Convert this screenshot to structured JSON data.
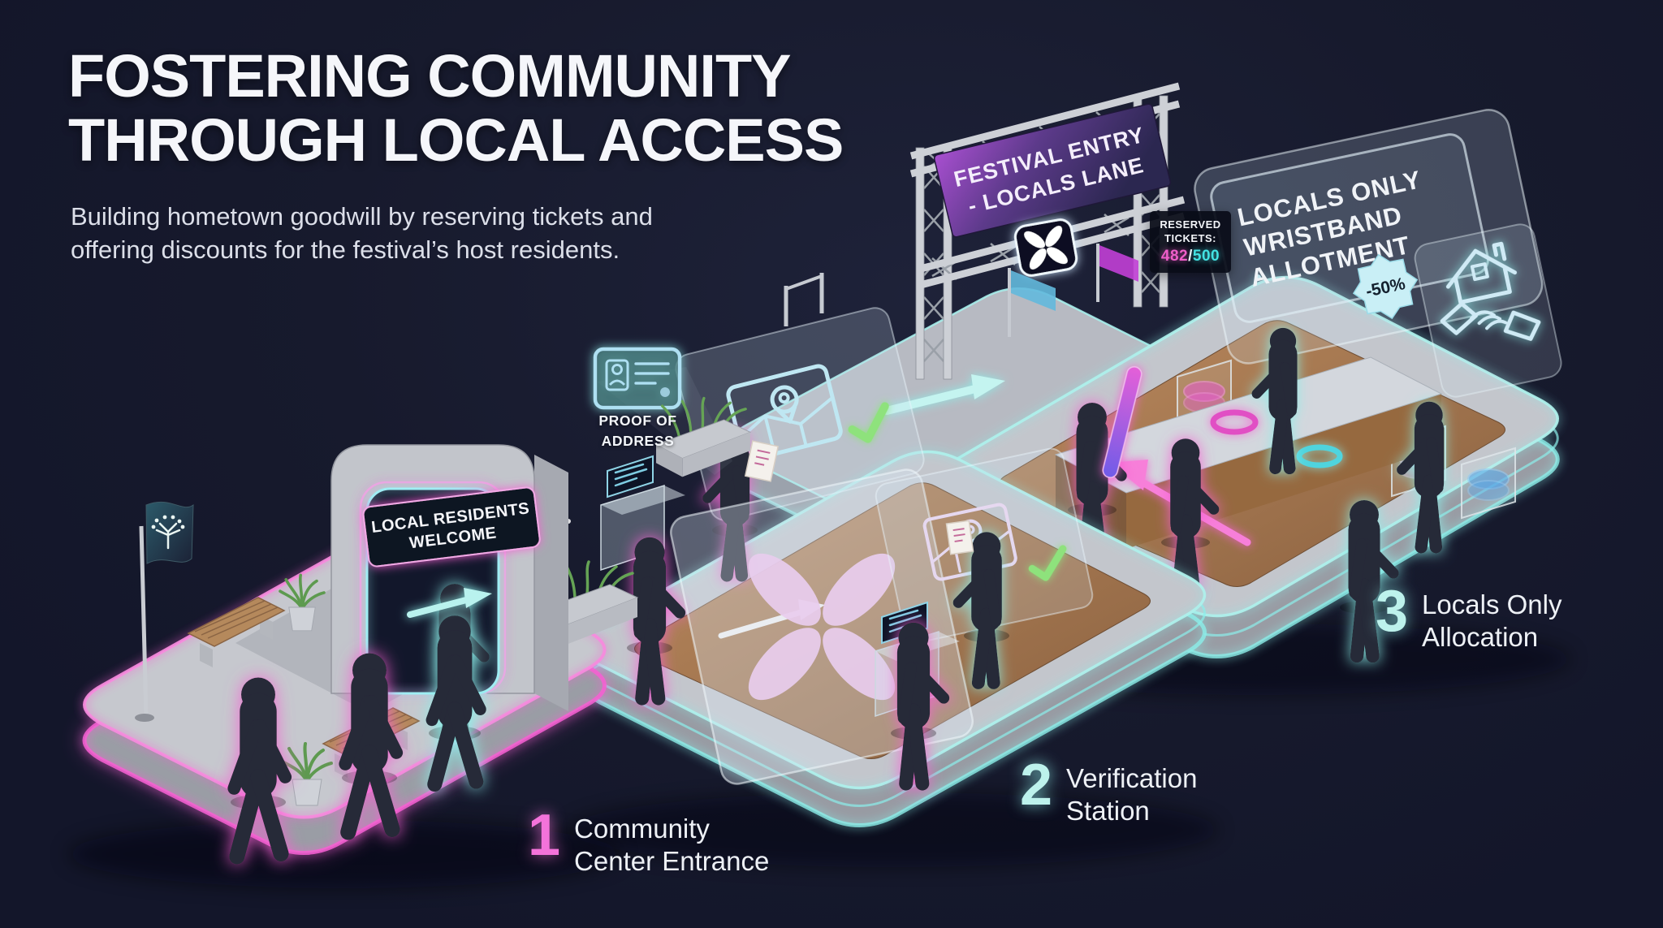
{
  "header": {
    "title_line1": "FOSTERING COMMUNITY",
    "title_line2": "THROUGH LOCAL ACCESS",
    "subtitle_line1": "Building hometown goodwill by reserving tickets and",
    "subtitle_line2": "offering discounts for the festival’s host residents."
  },
  "signs": {
    "overhead_line1": "FESTIVAL ENTRY",
    "overhead_line2": "- LOCALS LANE",
    "allotment_line1": "LOCALS ONLY",
    "allotment_line2": "WRISTBAND",
    "allotment_line3": "ALLOTMENT",
    "discount_badge": "-50%",
    "entrance_line1": "LOCAL RESIDENTS",
    "entrance_line2": "WELCOME",
    "proof_line1": "PROOF OF",
    "proof_line2": "ADDRESS",
    "reserved_line1": "RESERVED",
    "reserved_line2": "TICKETS:",
    "reserved_count": "482",
    "reserved_sep": "/",
    "reserved_total": "500"
  },
  "steps": [
    {
      "number": "1",
      "line1": "Community",
      "line2": "Center Entrance",
      "color": "#f473da"
    },
    {
      "number": "2",
      "line1": "Verification",
      "line2": "Station",
      "color": "#bdf2ec"
    },
    {
      "number": "3",
      "line1": "Locals Only",
      "line2": "Allocation",
      "color": "#bdf2ec"
    }
  ],
  "colors": {
    "background": "#171a2d",
    "neon_pink": "#f661d3",
    "neon_cyan": "#8ceee9",
    "banner_purple": "#a84fd0",
    "check_green": "#8ee27b",
    "wood": "#a8784e",
    "concrete": "#c3c6cc"
  }
}
